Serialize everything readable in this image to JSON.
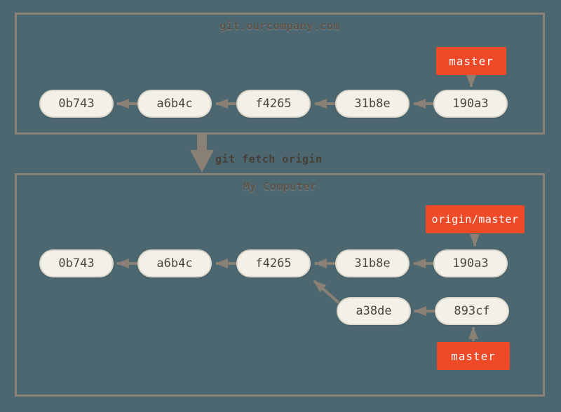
{
  "colors": {
    "background": "#4d6771",
    "box_border": "#8b8178",
    "commit_fill": "#f2f0e9",
    "commit_border": "#dcd8ca",
    "commit_text": "#4c463e",
    "branch_fill": "#ee4a28",
    "branch_text": "#ffffff",
    "arrow": "#8a8076",
    "title_text": "#5b5349",
    "command_text": "#453e36"
  },
  "remote": {
    "title": "git.ourcompany.com",
    "branch": {
      "label": "master",
      "points_to": "190a3"
    },
    "commits": [
      "0b743",
      "a6b4c",
      "f4265",
      "31b8e",
      "190a3"
    ],
    "edges": [
      "a6b4c->0b743",
      "f4265->a6b4c",
      "31b8e->f4265",
      "190a3->31b8e",
      "master->190a3"
    ]
  },
  "transition": {
    "command": "git fetch origin"
  },
  "local": {
    "title": "My Computer",
    "remote_branch": {
      "label": "origin/master",
      "points_to": "190a3"
    },
    "branch": {
      "label": "master",
      "points_to": "893cf"
    },
    "main_commits": [
      "0b743",
      "a6b4c",
      "f4265",
      "31b8e",
      "190a3"
    ],
    "local_commits": [
      "a38de",
      "893cf"
    ],
    "edges": [
      "a6b4c->0b743",
      "f4265->a6b4c",
      "31b8e->f4265",
      "190a3->31b8e",
      "a38de->f4265",
      "893cf->a38de",
      "origin/master->190a3",
      "master->893cf"
    ]
  }
}
